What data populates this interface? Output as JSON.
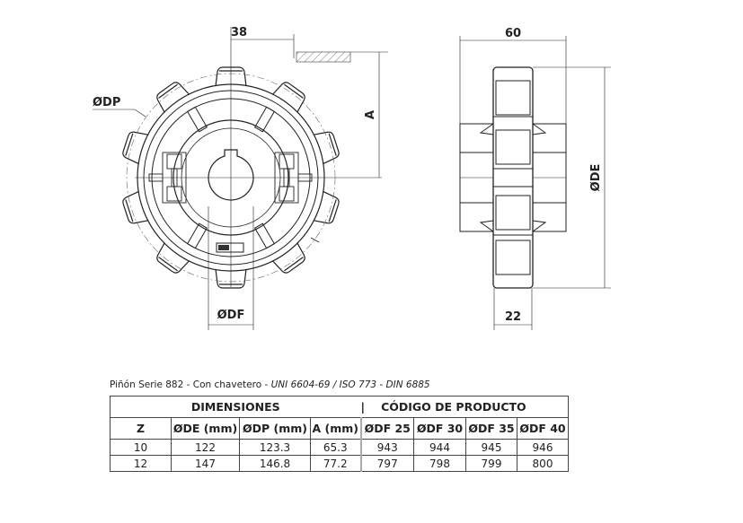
{
  "drawing": {
    "dim_38": "38",
    "dim_A": "A",
    "dim_DP": "ØDP",
    "dim_DF": "ØDF",
    "dim_60": "60",
    "dim_DE": "ØDE",
    "dim_22": "22",
    "teeth": 10
  },
  "caption": {
    "plain": "Piñón Serie 882 - Con chavetero - ",
    "italic": "UNI 6604-69 / ISO 773 - DIN 6885"
  },
  "table": {
    "group_left": "DIMENSIONES",
    "group_sep": "|",
    "group_right": "CÓDIGO DE PRODUCTO",
    "headers": [
      "Z",
      "ØDE (mm)",
      "ØDP (mm)",
      "A (mm)",
      "ØDF 25",
      "ØDF 30",
      "ØDF 35",
      "ØDF 40"
    ],
    "rows": [
      [
        "10",
        "122",
        "123.3",
        "65.3",
        "943",
        "944",
        "945",
        "946"
      ],
      [
        "12",
        "147",
        "146.8",
        "77.2",
        "797",
        "798",
        "799",
        "800"
      ]
    ]
  }
}
